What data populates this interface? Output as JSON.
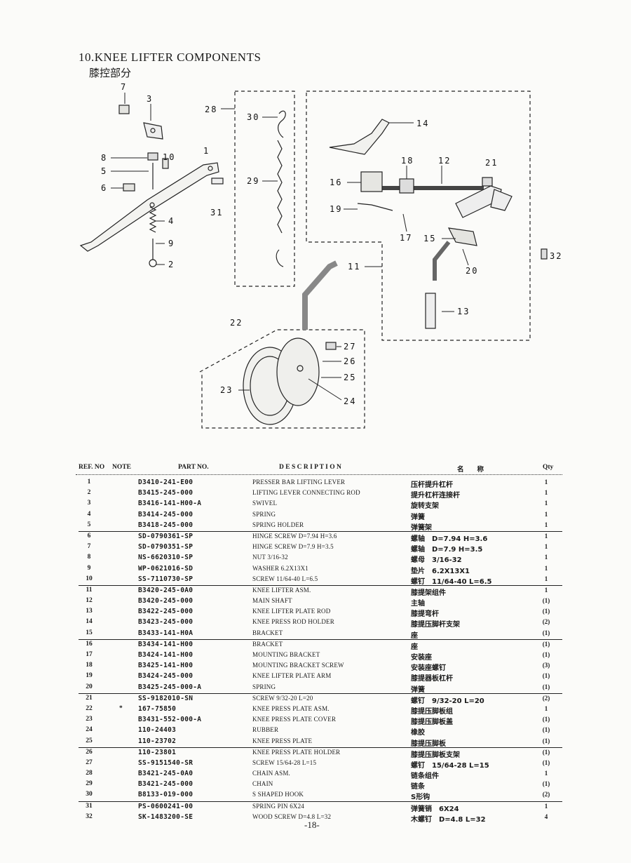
{
  "title": "10.KNEE LIFTER COMPONENTS",
  "subtitle": "膝控部分",
  "callouts": [
    "7",
    "3",
    "1",
    "8",
    "10",
    "5",
    "6",
    "4",
    "9",
    "2",
    "31",
    "28",
    "30",
    "29",
    "14",
    "18",
    "12",
    "21",
    "16",
    "19",
    "17",
    "15",
    "20",
    "32",
    "11",
    "13",
    "22",
    "27",
    "26",
    "25",
    "23",
    "24"
  ],
  "header": {
    "ref": "REF. NO",
    "note": "NOTE",
    "part": "PART NO.",
    "desc": "D E S C R I P T I O N",
    "cn": "名　　称",
    "qty": "Qty"
  },
  "rows": [
    {
      "ref": "1",
      "note": "",
      "part": "D3410-241-E00",
      "desc": "PRESSER BAR LIFTING LEVER",
      "cn": "压杆提升杠杆",
      "qty": "1"
    },
    {
      "ref": "2",
      "note": "",
      "part": "B3415-245-000",
      "desc": "LIFTING LEVER CONNECTING ROD",
      "cn": "提升杠杆连接杆",
      "qty": "1"
    },
    {
      "ref": "3",
      "note": "",
      "part": "B3416-141-H00-A",
      "desc": "SWIVEL",
      "cn": "旋转支架",
      "qty": "1"
    },
    {
      "ref": "4",
      "note": "",
      "part": "B3414-245-000",
      "desc": "SPRING",
      "cn": "弹簧",
      "qty": "1"
    },
    {
      "ref": "5",
      "note": "",
      "part": "B3418-245-000",
      "desc": "SPRING HOLDER",
      "cn": "弹簧架",
      "qty": "1"
    },
    {
      "ref": "6",
      "note": "",
      "part": "SD-0790361-SP",
      "desc": "HINGE SCREW D=7.94 H=3.6",
      "cn": "螺轴　D=7.94 H=3.6",
      "qty": "1"
    },
    {
      "ref": "7",
      "note": "",
      "part": "SD-0790351-SP",
      "desc": "HINGE SCREW D=7.9 H=3.5",
      "cn": "螺轴　D=7.9 H=3.5",
      "qty": "1"
    },
    {
      "ref": "8",
      "note": "",
      "part": "NS-6620310-SP",
      "desc": "NUT 3/16-32",
      "cn": "螺母　3/16-32",
      "qty": "1"
    },
    {
      "ref": "9",
      "note": "",
      "part": "WP-0621016-SD",
      "desc": "WASHER 6.2X13X1",
      "cn": "垫片　6.2X13X1",
      "qty": "1"
    },
    {
      "ref": "10",
      "note": "",
      "part": "SS-7110730-SP",
      "desc": "SCREW 11/64-40 L=6.5",
      "cn": "螺钉　11/64-40 L=6.5",
      "qty": "1"
    },
    {
      "ref": "11",
      "note": "",
      "part": "B3420-245-0A0",
      "desc": "KNEE LIFTER ASM.",
      "cn": "膝提架组件",
      "qty": "1"
    },
    {
      "ref": "12",
      "note": "",
      "part": "B3420-245-000",
      "desc": "MAIN SHAFT",
      "cn": "主轴",
      "qty": "(1)"
    },
    {
      "ref": "13",
      "note": "",
      "part": "B3422-245-000",
      "desc": "KNEE LIFTER PLATE ROD",
      "cn": "膝提弯杆",
      "qty": "(1)"
    },
    {
      "ref": "14",
      "note": "",
      "part": "B3423-245-000",
      "desc": "KNEE PRESS ROD HOLDER",
      "cn": "膝提压脚杆支架",
      "qty": "(2)"
    },
    {
      "ref": "15",
      "note": "",
      "part": "B3433-141-H0A",
      "desc": "BRACKET",
      "cn": "座",
      "qty": "(1)"
    },
    {
      "ref": "16",
      "note": "",
      "part": "B3434-141-H00",
      "desc": "BRACKET",
      "cn": "座",
      "qty": "(1)"
    },
    {
      "ref": "17",
      "note": "",
      "part": "B3424-141-H00",
      "desc": "MOUNTING BRACKET",
      "cn": "安装座",
      "qty": "(1)"
    },
    {
      "ref": "18",
      "note": "",
      "part": "B3425-141-H00",
      "desc": "MOUNTING BRACKET SCREW",
      "cn": "安装座螺钉",
      "qty": "(3)"
    },
    {
      "ref": "19",
      "note": "",
      "part": "B3424-245-000",
      "desc": "KNEE LIFTER PLATE ARM",
      "cn": "膝提器板杠杆",
      "qty": "(1)"
    },
    {
      "ref": "20",
      "note": "",
      "part": "B3425-245-000-A",
      "desc": "SPRING",
      "cn": "弹簧",
      "qty": "(1)"
    },
    {
      "ref": "21",
      "note": "",
      "part": "SS-9182010-SN",
      "desc": "SCREW 9/32-20 L=20",
      "cn": "螺钉　9/32-20 L=20",
      "qty": "(2)"
    },
    {
      "ref": "22",
      "note": "*",
      "part": "167-75850",
      "desc": "KNEE PRESS PLATE ASM.",
      "cn": "膝提压脚板组",
      "qty": "1"
    },
    {
      "ref": "23",
      "note": "",
      "part": "B3431-552-000-A",
      "desc": "KNEE PRESS PLATE COVER",
      "cn": "膝提压脚板盖",
      "qty": "(1)"
    },
    {
      "ref": "24",
      "note": "",
      "part": "110-24403",
      "desc": "RUBBER",
      "cn": "橡胶",
      "qty": "(1)"
    },
    {
      "ref": "25",
      "note": "",
      "part": "110-23702",
      "desc": "KNEE PRESS PLATE",
      "cn": "膝提压脚板",
      "qty": "(1)"
    },
    {
      "ref": "26",
      "note": "",
      "part": "110-23801",
      "desc": "KNEE PRESS PLATE HOLDER",
      "cn": "膝提压脚板支架",
      "qty": "(1)"
    },
    {
      "ref": "27",
      "note": "",
      "part": "SS-9151540-SR",
      "desc": "SCREW 15/64-28 L=15",
      "cn": "螺钉　15/64-28 L=15",
      "qty": "(1)"
    },
    {
      "ref": "28",
      "note": "",
      "part": "B3421-245-0A0",
      "desc": "CHAIN ASM.",
      "cn": "链条组件",
      "qty": "1"
    },
    {
      "ref": "29",
      "note": "",
      "part": "B3421-245-000",
      "desc": "CHAIN",
      "cn": "链条",
      "qty": "(1)"
    },
    {
      "ref": "30",
      "note": "",
      "part": "B8133-019-000",
      "desc": "S SHAPED HOOK",
      "cn": "S形钩",
      "qty": "(2)"
    },
    {
      "ref": "31",
      "note": "",
      "part": "PS-0600241-00",
      "desc": "SPRING PIN 6X24",
      "cn": "弹簧销　6X24",
      "qty": "1"
    },
    {
      "ref": "32",
      "note": "",
      "part": "SK-1483200-SE",
      "desc": "WOOD SCREW D=4.8 L=32",
      "cn": "木螺钉　D=4.8 L=32",
      "qty": "4"
    }
  ],
  "page_number": "-18-"
}
